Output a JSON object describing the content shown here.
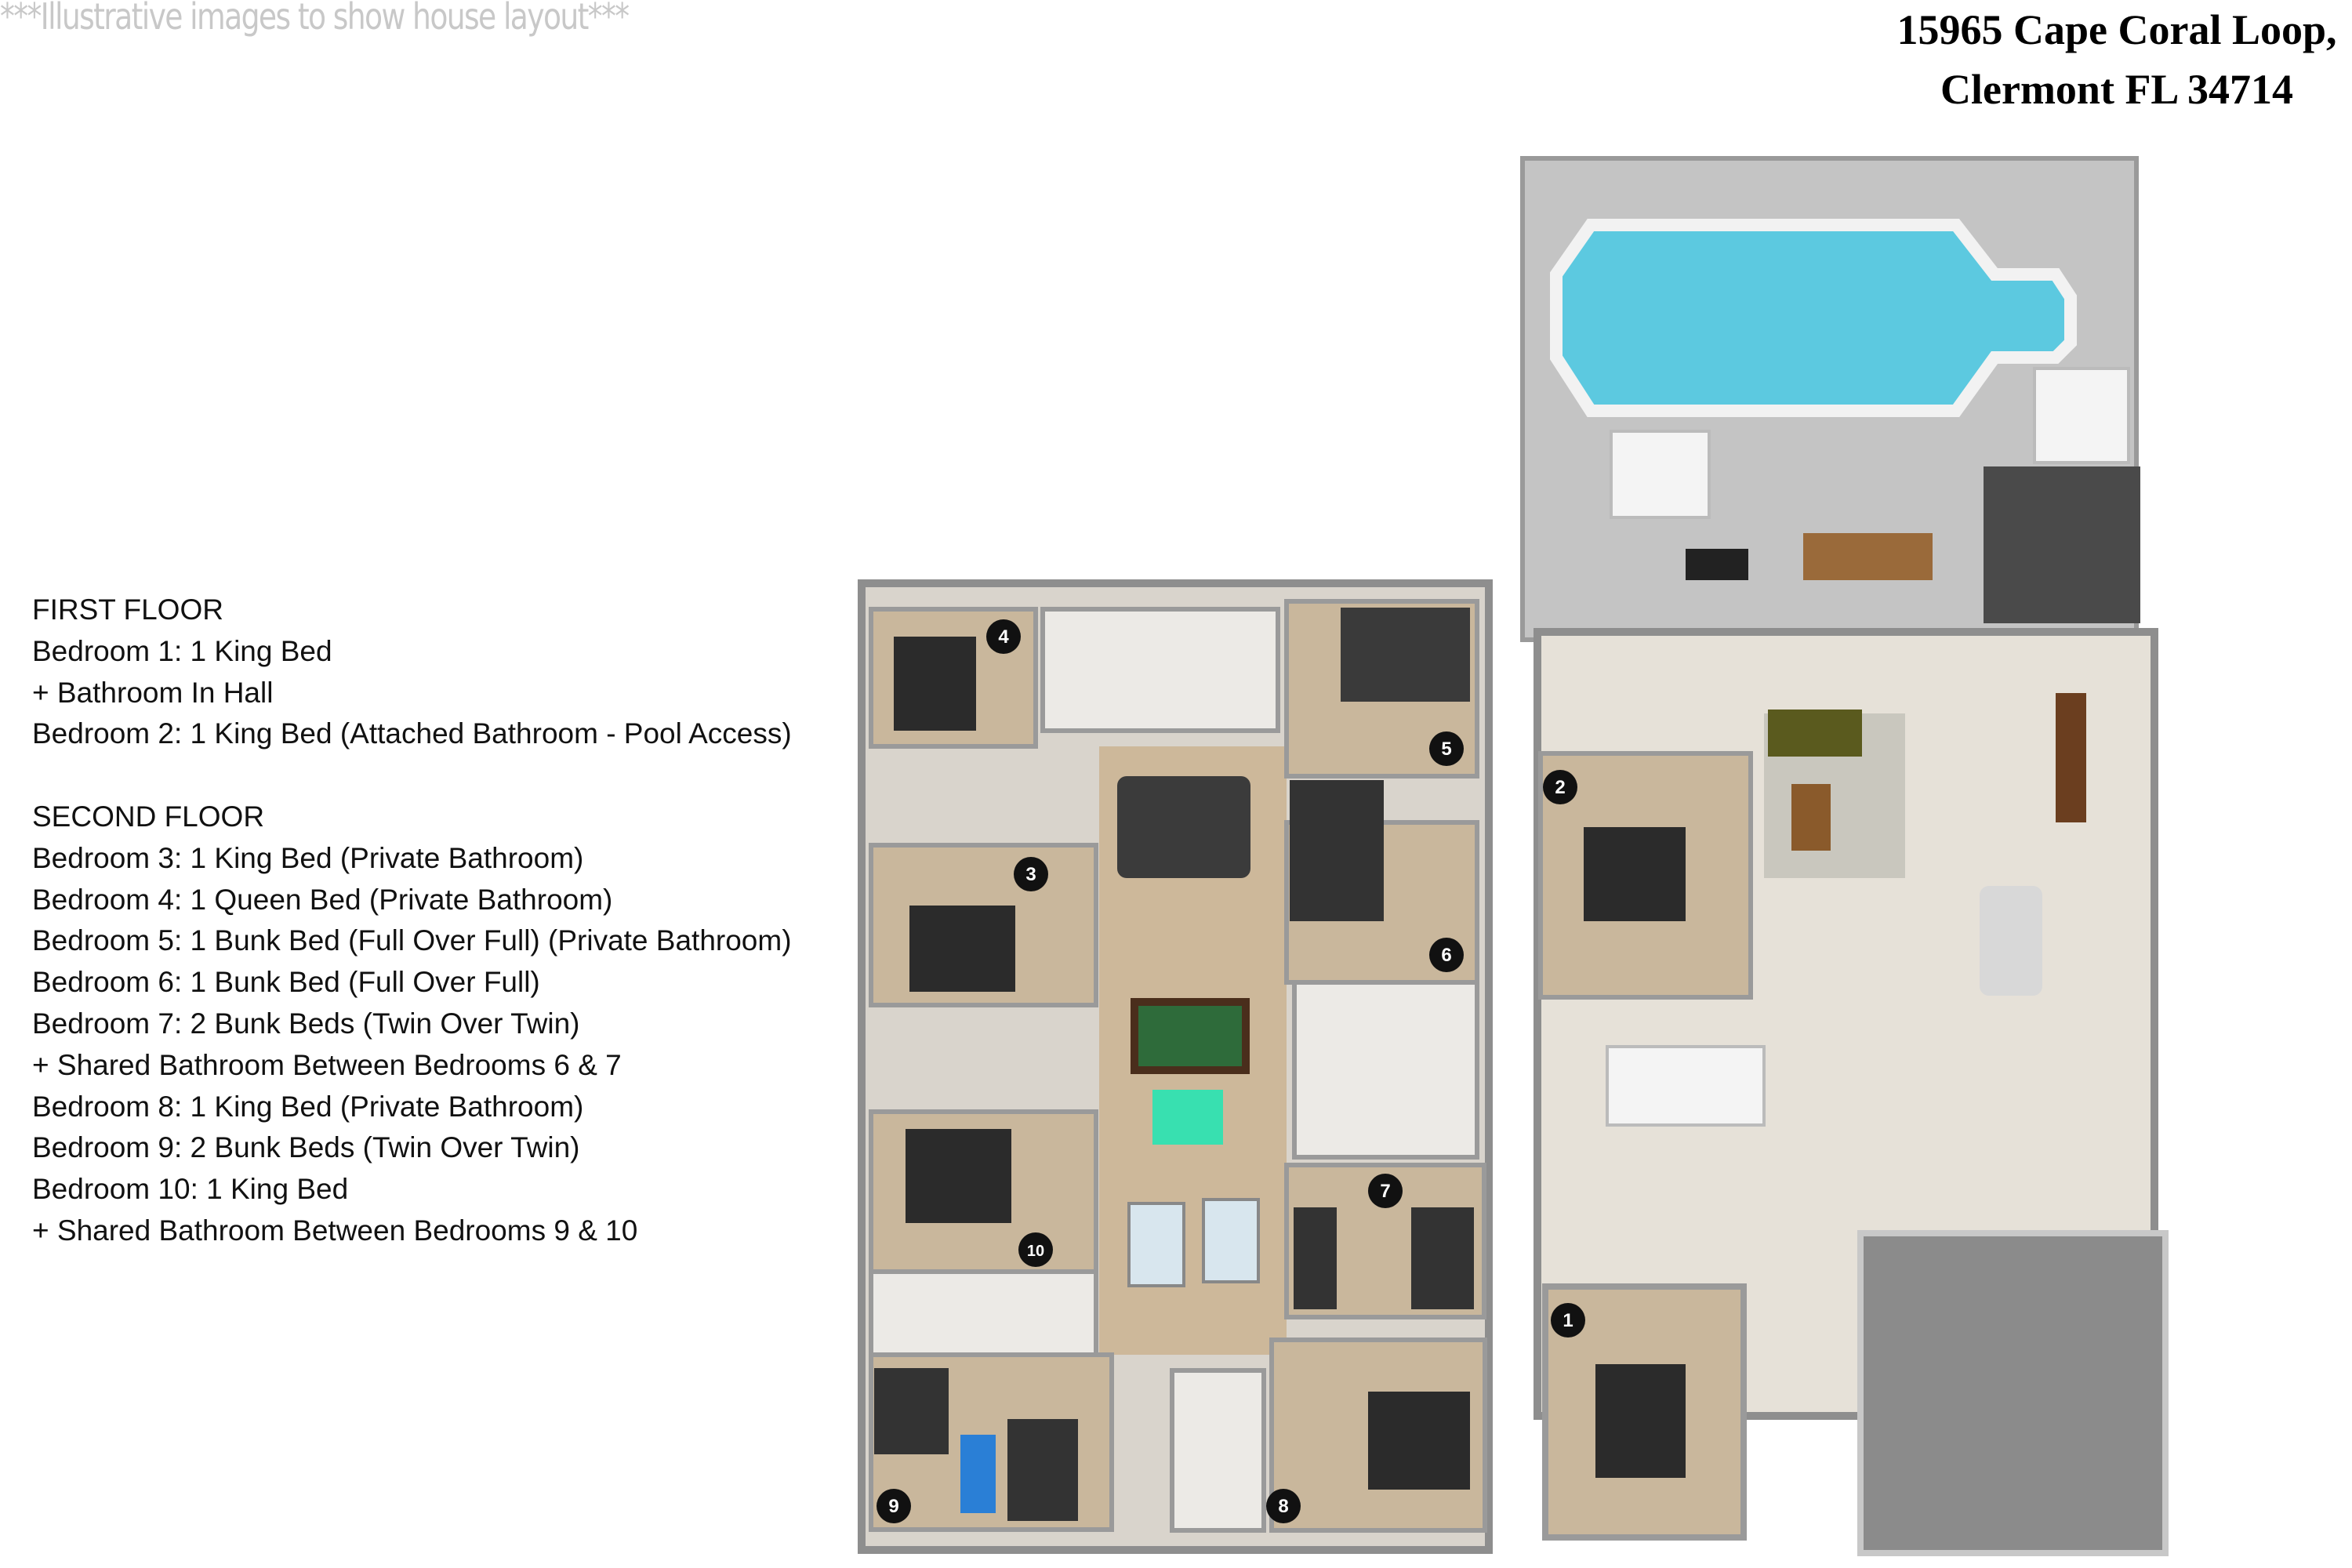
{
  "disclaimer": "***Illustrative images to show house layout***",
  "address": {
    "line1": "15965 Cape Coral Loop,",
    "line2": "Clermont FL 34714"
  },
  "first_floor": {
    "heading": "FIRST FLOOR",
    "lines": [
      "Bedroom 1: 1 King Bed",
      "+ Bathroom In Hall",
      "Bedroom 2: 1 King Bed (Attached Bathroom -  Pool Access)"
    ]
  },
  "second_floor": {
    "heading": "SECOND FLOOR",
    "lines": [
      "Bedroom 3: 1 King Bed (Private Bathroom)",
      "Bedroom 4: 1 Queen Bed (Private Bathroom)",
      "Bedroom 5: 1 Bunk Bed (Full Over Full) (Private Bathroom)",
      "Bedroom 6: 1 Bunk Bed (Full Over Full)",
      "Bedroom 7: 2 Bunk Beds (Twin Over Twin)",
      "+ Shared Bathroom Between Bedrooms 6 & 7",
      "Bedroom 8: 1 King Bed (Private Bathroom)",
      "Bedroom 9: 2 Bunk Beds (Twin Over Twin)",
      "Bedroom 10: 1 King Bed",
      "+ Shared Bathroom Between Bedrooms 9 & 10"
    ]
  },
  "room_markers": {
    "b1": "1",
    "b2": "2",
    "b3": "3",
    "b4": "4",
    "b5": "5",
    "b6": "6",
    "b7": "7",
    "b8": "8",
    "b9": "9",
    "b10": "10"
  },
  "colors": {
    "carpet": "#c9b79c",
    "wood": "#cdb89a",
    "tile": "#e6e1d8",
    "patio": "#c4c4c4",
    "pool": "#5cc9e0",
    "garage": "#8b8b8b",
    "wall": "#8e8e8e",
    "marker": "#111111"
  }
}
